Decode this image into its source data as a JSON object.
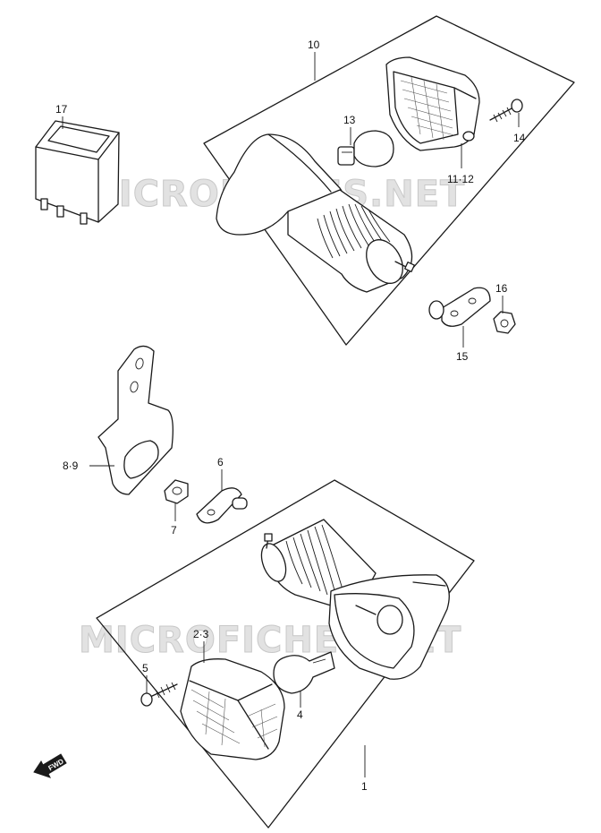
{
  "watermark": {
    "text": "MICROFICHES.NET"
  },
  "callouts": {
    "p1": "1",
    "p2_3": "2·3",
    "p4": "4",
    "p5": "5",
    "p6": "6",
    "p7": "7",
    "p8_9": "8·9",
    "p10": "10",
    "p11_12": "11·12",
    "p13": "13",
    "p14": "14",
    "p15": "15",
    "p16": "16",
    "p17": "17"
  },
  "fwd_arrow": {
    "label": "FWD",
    "icon": "forward-arrow-icon"
  }
}
